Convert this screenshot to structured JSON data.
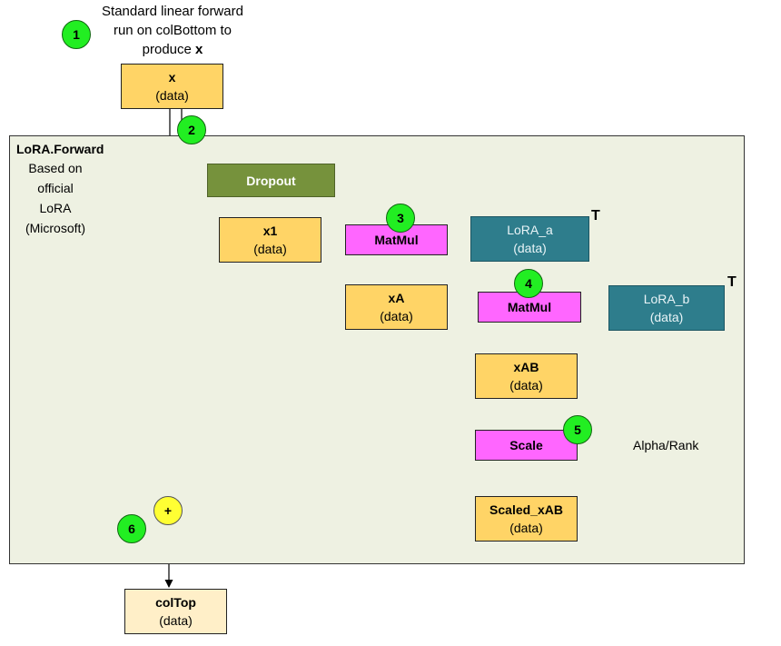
{
  "annotation_top": {
    "line1": "Standard linear forward",
    "line2": "run on colBottom to",
    "line3_prefix": "produce ",
    "line3_var": "x"
  },
  "region": {
    "title": "LoRA.Forward",
    "note": "Based on\nofficial\nLoRA\n(Microsoft)"
  },
  "nodes": {
    "x": {
      "name": "x",
      "sub": "(data)"
    },
    "dropout": {
      "name": "Dropout"
    },
    "x1": {
      "name": "x1",
      "sub": "(data)"
    },
    "matmul_1": {
      "name": "MatMul"
    },
    "lora_a": {
      "name": "LoRA_a",
      "sub": "(data)"
    },
    "xA": {
      "name": "xA",
      "sub": "(data)"
    },
    "matmul_2": {
      "name": "MatMul"
    },
    "lora_b": {
      "name": "LoRA_b",
      "sub": "(data)"
    },
    "xAB": {
      "name": "xAB",
      "sub": "(data)"
    },
    "scale": {
      "name": "Scale"
    },
    "scaled_xAB": {
      "name": "Scaled_xAB",
      "sub": "(data)"
    },
    "sum": {
      "symbol": "+"
    },
    "colTop": {
      "name": "colTop",
      "sub": "(data)"
    }
  },
  "transpose_mark": "T",
  "alpha_rank_label": "Alpha/Rank",
  "steps": [
    "1",
    "2",
    "3",
    "4",
    "5",
    "6"
  ],
  "colors": {
    "data_fill": "#ffd466",
    "output_fill": "#ffefc8",
    "op_fill": "#ff66ff",
    "dropout_fill": "#76923c",
    "param_fill": "#2e7d8c",
    "step_badge": "#22ee22",
    "sum_node": "#ffff33",
    "region_fill": "#eef1e2"
  }
}
